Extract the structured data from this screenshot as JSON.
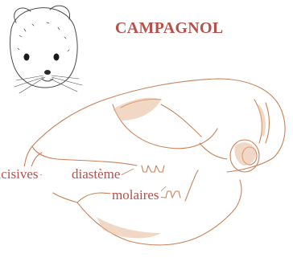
{
  "title": "CAMPAGNOL",
  "labels": {
    "incisives": "incisives",
    "diasteme": "diastème",
    "molaires": "molaires"
  },
  "colors": {
    "title": "#b5504a",
    "label": "#b5504a",
    "sketch": "#c8825a",
    "sketch_light": "#e6b896",
    "head_ink": "#4a4a4a"
  }
}
